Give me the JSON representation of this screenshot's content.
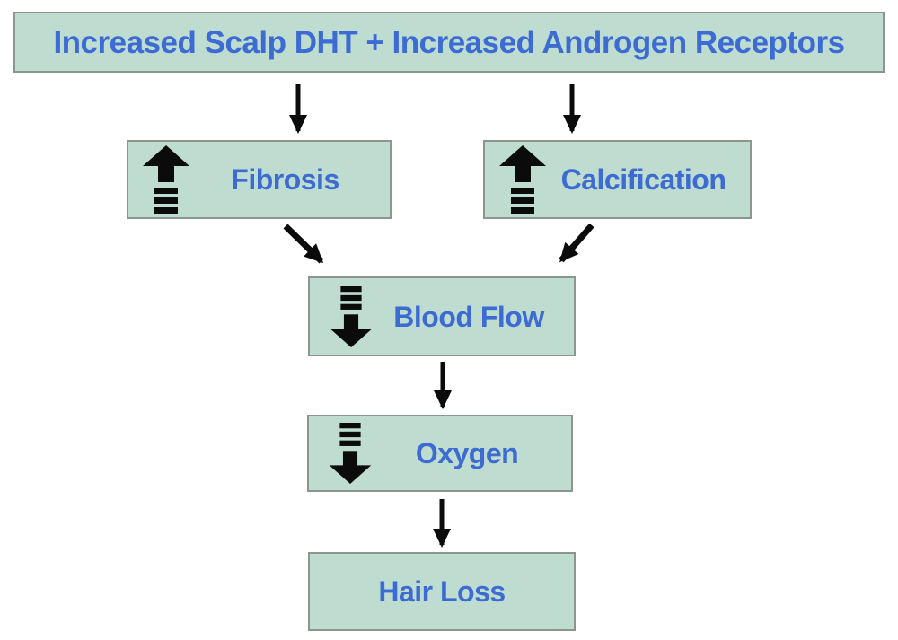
{
  "diagram": {
    "type": "flowchart",
    "background_color": "#ffffff",
    "colors": {
      "box_fill": "#bedcd0",
      "box_border": "#8c9590",
      "label_blue": "#3c6cd3",
      "arrow_black": "#0b0b0b"
    },
    "header": {
      "label": "Increased Scalp DHT + Increased Androgen Receptors"
    },
    "nodes": [
      {
        "label": "Fibrosis",
        "trend": "increase"
      },
      {
        "label": "Calcification",
        "trend": "increase"
      },
      {
        "label": "Blood Flow",
        "trend": "decrease"
      },
      {
        "label": "Oxygen",
        "trend": "decrease"
      },
      {
        "label": "Hair Loss",
        "trend": "none"
      }
    ],
    "edges": [
      {
        "from": "Increased Scalp DHT + Increased Androgen Receptors",
        "to": "Fibrosis"
      },
      {
        "from": "Increased Scalp DHT + Increased Androgen Receptors",
        "to": "Calcification"
      },
      {
        "from": "Fibrosis",
        "to": "Blood Flow"
      },
      {
        "from": "Calcification",
        "to": "Blood Flow"
      },
      {
        "from": "Blood Flow",
        "to": "Oxygen"
      },
      {
        "from": "Oxygen",
        "to": "Hair Loss"
      }
    ]
  }
}
